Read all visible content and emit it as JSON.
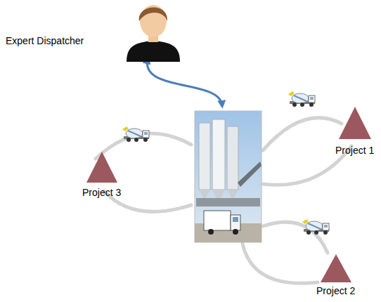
{
  "diagram": {
    "nodes": [
      {
        "text": [
          "Expert Dispatcher"
        ]
      },
      {
        "text": [
          "Project 1"
        ]
      },
      {
        "text": [
          "Project 3"
        ]
      },
      {
        "text": [
          "Project 2"
        ]
      }
    ]
  }
}
